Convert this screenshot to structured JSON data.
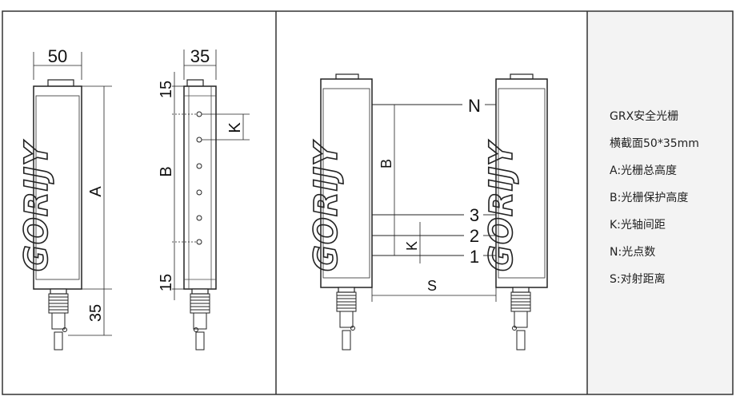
{
  "drawing": {
    "front_width": "50",
    "side_width": "35",
    "dim_a": "A",
    "dim_b": "B",
    "dim_k": "K",
    "dim_15_top": "15",
    "dim_15_bottom": "15",
    "dim_35_connector": "35",
    "dim_s": "S",
    "label_n": "N",
    "beam_3": "3",
    "beam_2": "2",
    "beam_1": "1",
    "logo_text": "GORIJY"
  },
  "specs": [
    "GRX安全光栅",
    "横截面50*35mm",
    "A:光栅总高度",
    "B:光栅保护高度",
    "K:光轴间距",
    "N:光点数",
    "S:对射距离"
  ]
}
